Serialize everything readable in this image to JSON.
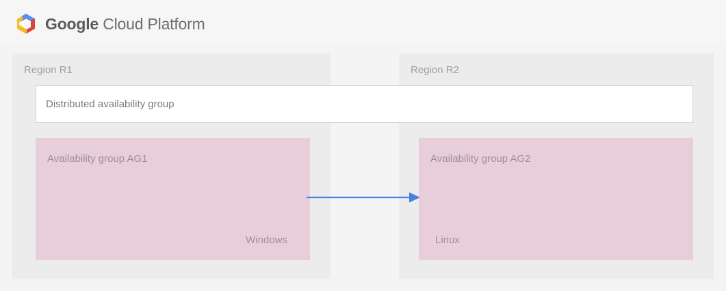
{
  "header": {
    "logo_icon": "google-cloud-hexagon-logo",
    "brand_word_1": "Google",
    "brand_word_2": "Cloud Platform"
  },
  "diagram": {
    "distributed_group": {
      "label": "Distributed availability group"
    },
    "regions": [
      {
        "label": "Region R1",
        "availability_group": {
          "title": "Availability group AG1",
          "os": "Windows"
        }
      },
      {
        "label": "Region R2",
        "availability_group": {
          "title": "Availability group AG2",
          "os": "Linux"
        }
      }
    ],
    "connector": {
      "icon": "right-arrow-icon",
      "direction": "left-to-right",
      "color": "#4a7fe0"
    }
  },
  "colors": {
    "page_background": "#f4f4f4",
    "header_background": "#f6f6f6",
    "region_background": "#ececec",
    "box_background": "#ffffff",
    "box_border": "#cfcfcf",
    "availability_group": "#e8cedb",
    "arrow": "#4a7fe0",
    "muted_text": "#9e9e9e",
    "logo_blue": "#5b8def",
    "logo_red": "#d9453c",
    "logo_yellow": "#f6bc30",
    "logo_white": "#ffffff"
  }
}
